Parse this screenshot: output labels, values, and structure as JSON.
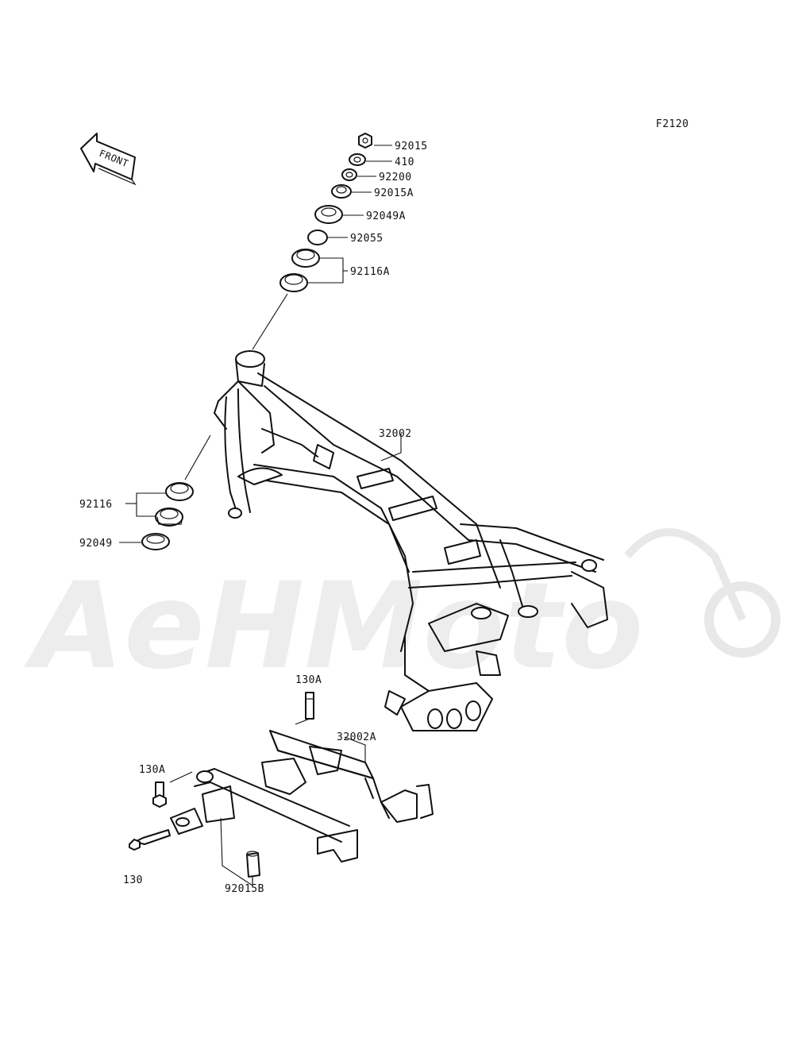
{
  "figure_code": "F2120",
  "front_arrow_label": "FRONT",
  "watermark_text": "AeHMoto",
  "parts": [
    {
      "id": "p-92015",
      "label": "92015"
    },
    {
      "id": "p-410",
      "label": "410"
    },
    {
      "id": "p-92200",
      "label": "92200"
    },
    {
      "id": "p-92015A",
      "label": "92015A"
    },
    {
      "id": "p-92049A",
      "label": "92049A"
    },
    {
      "id": "p-92055",
      "label": "92055"
    },
    {
      "id": "p-92116A",
      "label": "92116A"
    },
    {
      "id": "p-32002",
      "label": "32002"
    },
    {
      "id": "p-92116",
      "label": "92116"
    },
    {
      "id": "p-92049",
      "label": "92049"
    },
    {
      "id": "p-130A-top",
      "label": "130A"
    },
    {
      "id": "p-32002A",
      "label": "32002A"
    },
    {
      "id": "p-130A-left",
      "label": "130A"
    },
    {
      "id": "p-130",
      "label": "130"
    },
    {
      "id": "p-92015B",
      "label": "92015B"
    }
  ]
}
